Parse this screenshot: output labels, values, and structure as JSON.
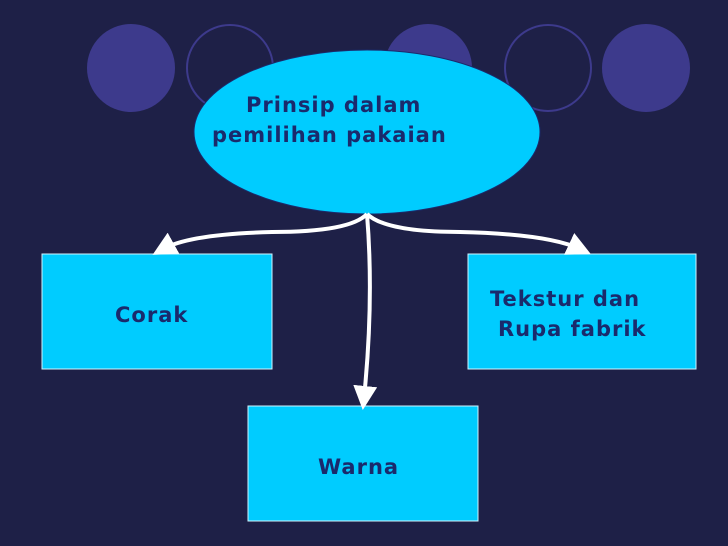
{
  "colors": {
    "background": "#1e2047",
    "node_fill": "#00ccff",
    "node_text": "#1a2a6c",
    "decor_circle_fill": "#3d3a8c",
    "arrow": "#ffffff"
  },
  "diagram": {
    "root": {
      "line1": "Prinsip dalam",
      "line2": "pemilihan pakaian"
    },
    "children": {
      "corak": "Corak",
      "warna": "Warna",
      "tekstur_line1": "Tekstur dan",
      "tekstur_line2": "Rupa fabrik"
    }
  }
}
